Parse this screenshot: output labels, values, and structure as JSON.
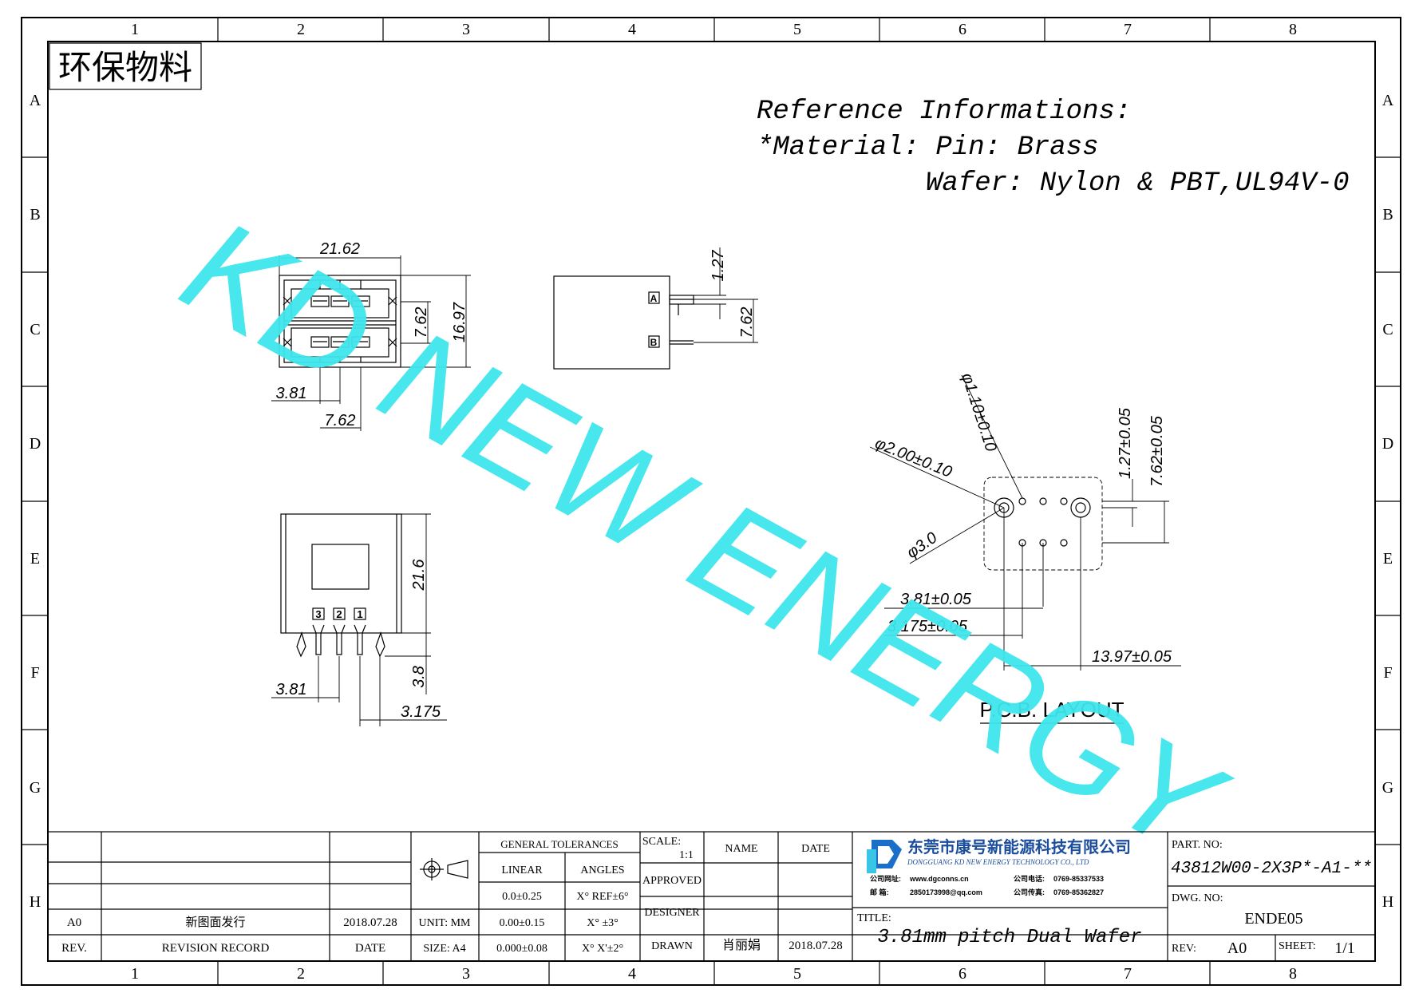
{
  "drawing": {
    "grid_columns": [
      "1",
      "2",
      "3",
      "4",
      "5",
      "6",
      "7",
      "8"
    ],
    "grid_rows": [
      "A",
      "B",
      "C",
      "D",
      "E",
      "F",
      "G",
      "H"
    ],
    "stamp": "环保物料",
    "watermark": "KD NEW ENERGY",
    "reference": {
      "line1": "Reference Informations:",
      "line2": "*Material: Pin: Brass",
      "line3": "Wafer: Nylon & PBT,UL94V-0"
    },
    "top_view": {
      "width": "21.62",
      "row_pitch": "7.62",
      "depth": "16.97",
      "pin_pitch": "3.81",
      "span": "7.62"
    },
    "side_view": {
      "gap": "1.27",
      "pitch": "7.62",
      "label_a": "A",
      "label_b": "B"
    },
    "front_view": {
      "height": "21.6",
      "tail": "3.8",
      "pitch": "3.81",
      "offset": "3.175",
      "pins": [
        "3",
        "2",
        "1"
      ]
    },
    "pcb": {
      "hole_small": "φ1.10±0.10",
      "hole_large": "φ2.00±0.10",
      "post": "φ3.0",
      "v1": "1.27±0.05",
      "v2": "7.62±0.05",
      "h1": "3.81±0.05",
      "h2": "3.175±0.05",
      "h3": "13.97±0.05",
      "caption": "P.C.B. LAYOUT"
    }
  },
  "title_block": {
    "revision_row": {
      "rev": "A0",
      "record": "新图面发行",
      "date": "2018.07.28"
    },
    "revision_header": {
      "rev": "REV.",
      "record": "REVISION RECORD",
      "date": "DATE"
    },
    "unit": "UNIT: MM",
    "size": "SIZE: A4",
    "tolerances": {
      "title": "GENERAL TOLERANCES",
      "linear_label": "LINEAR",
      "angles_label": "ANGLES",
      "linear": [
        "0.0±0.25",
        "0.00±0.15",
        "0.000±0.08"
      ],
      "angles": [
        "X° REF±6°",
        "X° ±3°",
        "X° X'±2°"
      ]
    },
    "scale_label": "SCALE:",
    "scale_value": "1:1",
    "name_label": "NAME",
    "date_label": "DATE",
    "approved": "APPROVED",
    "designer": "DESIGNER",
    "drawn": "DRAWN",
    "drawn_name": "肖丽娟",
    "drawn_date": "2018.07.28",
    "company_cn": "东莞市康号新能源科技有限公司",
    "company_en": "DONGGUANG KD NEW ENERGY TECHNOLOGY CO., LTD",
    "contact": {
      "site_label": "公司网址:",
      "site": "www.dgconns.cn",
      "tel_label": "公司电话:",
      "tel": "0769-85337533",
      "mail_label": "邮 箱:",
      "mail": "2850173998@qq.com",
      "fax_label": "公司传真:",
      "fax": "0769-85362827"
    },
    "title_label": "TITLE:",
    "title": "3.81mm pitch Dual Wafer",
    "part_label": "PART. NO:",
    "part_no": "43812W00-2X3P*-A1-**",
    "dwg_label": "DWG. NO:",
    "dwg_no": "ENDE05",
    "rev_label": "REV:",
    "rev": "A0",
    "sheet_label": "SHEET:",
    "sheet": "1/1"
  }
}
